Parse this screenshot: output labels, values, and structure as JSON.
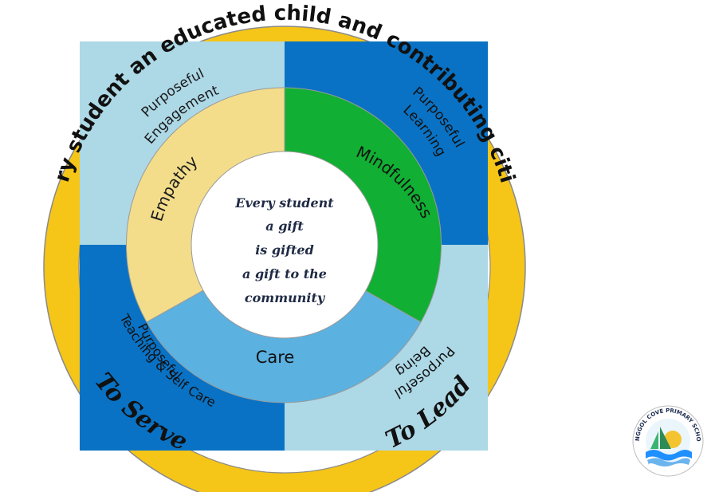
{
  "outer_ring": {
    "motto": "Every student an educated child and contributing citizen",
    "serve": "To Serve",
    "lead": "To Lead"
  },
  "middle_ring": {
    "engagement": [
      "Purposeful",
      "Engagement"
    ],
    "learning": [
      "Purposeful",
      "Learning"
    ],
    "being": [
      "Purposeful",
      "Being"
    ],
    "teaching": [
      "Purposeful",
      "Teaching & Self Care"
    ]
  },
  "inner_ring": {
    "empathy": "Empathy",
    "mindfulness": "Mindfulness",
    "care": "Care"
  },
  "center": {
    "lines": [
      "Every student",
      "a gift",
      "is gifted",
      "a gift to the",
      "community"
    ]
  },
  "logo": {
    "text": "PUNGGOL COVE PRIMARY SCHOOL"
  },
  "colors": {
    "gold": "#F5C518",
    "light_blue": "#ADD8E6",
    "dark_blue": "#0A72C4",
    "pale_yellow": "#F3DD8B",
    "green": "#11AF33",
    "care_blue": "#5BB1E0"
  }
}
